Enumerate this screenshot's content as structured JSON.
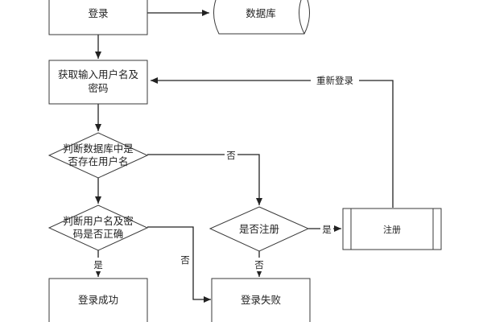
{
  "nodes": {
    "login": "登录",
    "database": "数据库",
    "get_input_line1": "获取输入用户名及",
    "get_input_line2": "密码",
    "check_user_line1": "判断数据库中是",
    "check_user_line2": "否存在用户名",
    "check_pwd_line1": "判断用户名及密",
    "check_pwd_line2": "码是否正确",
    "login_success": "登录成功",
    "login_fail": "登录失败",
    "is_register": "是否注册",
    "register": "注册"
  },
  "edges": {
    "relogin": "重新登录",
    "no_user": "否",
    "wrong_pwd": "否",
    "yes_success": "是",
    "not_register": "否",
    "yes_register": "是"
  },
  "colors": {
    "stroke": "#3a3a3a",
    "arrow": "#222222",
    "text": "#222222"
  }
}
